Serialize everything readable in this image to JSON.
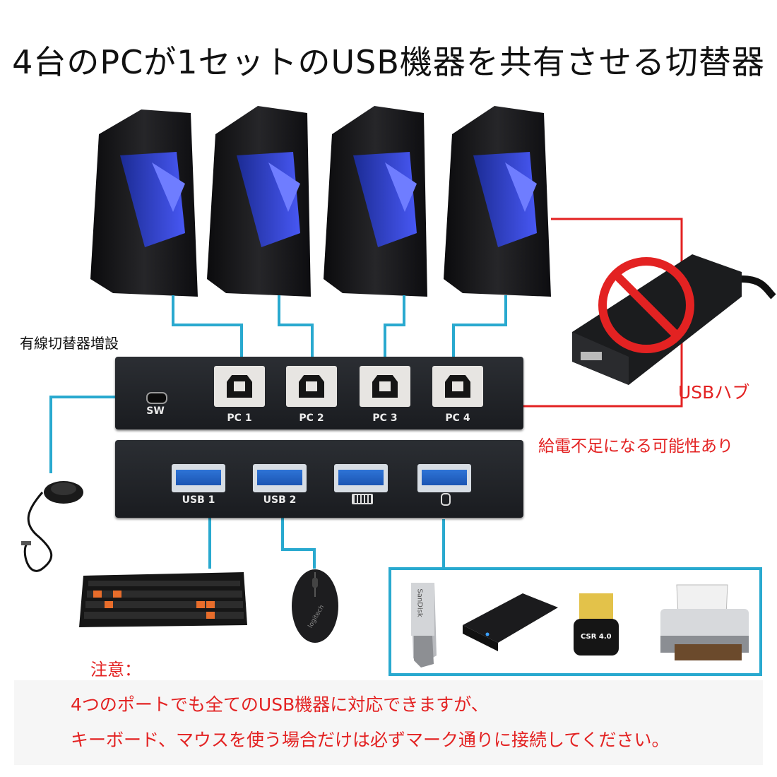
{
  "title": "4台のPCが1セットのUSB機器を共有させる切替器",
  "switch_label": "有線切替器増設",
  "hub": {
    "label": "USBハブ",
    "warning": "給電不足になる可能性あり"
  },
  "ports_top": {
    "sw": "SW",
    "pc1": "PC 1",
    "pc2": "PC 2",
    "pc3": "PC 3",
    "pc4": "PC 4"
  },
  "ports_bottom": {
    "usb1": "USB 1",
    "usb2": "USB 2"
  },
  "notes": {
    "heading": "注意：",
    "line1": "4つのポートでも全てのUSB機器に対応できますが、",
    "line2": "キーボード、マウスを使う場合だけは必ずマーク通りに接続してください。"
  },
  "product_labels": {
    "csr": "CSR 4.0",
    "usb_stick": "SanDisk",
    "mouse_brand": "logitech"
  },
  "colors": {
    "cable_blue": "#29a9cf",
    "warning_red": "#e32222",
    "case_blue": "#2a3fd8"
  },
  "icons": {
    "keyboard_port": "keyboard-icon",
    "mouse_port": "mouse-icon",
    "prohibited": "no-sign-icon"
  }
}
